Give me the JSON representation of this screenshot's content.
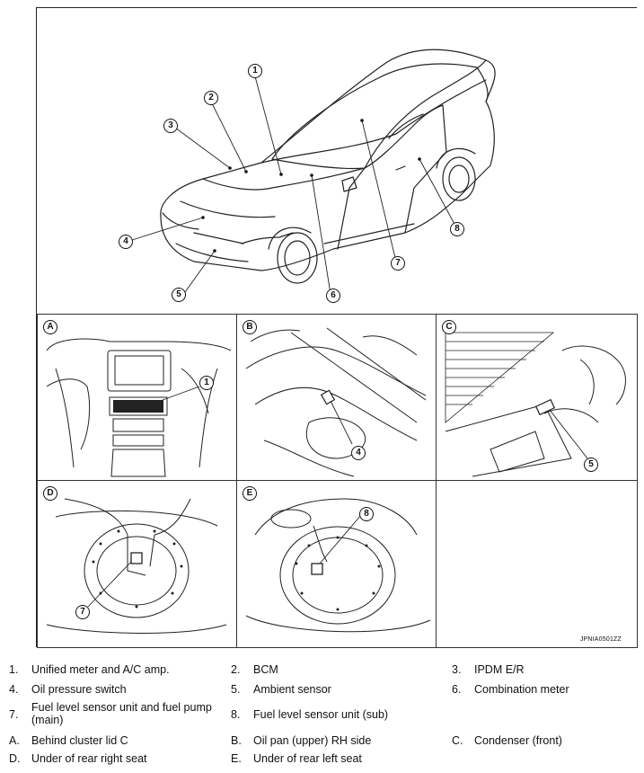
{
  "figure_id": "JPNIA0501ZZ",
  "callouts": {
    "c1": "1",
    "c2": "2",
    "c3": "3",
    "c4": "4",
    "c5": "5",
    "c6": "6",
    "c7": "7",
    "c8": "8"
  },
  "panels": {
    "A": "A",
    "B": "B",
    "C": "C",
    "D": "D",
    "E": "E"
  },
  "legend": [
    {
      "num": "1.",
      "text": "Unified meter and A/C amp."
    },
    {
      "num": "2.",
      "text": "BCM"
    },
    {
      "num": "3.",
      "text": "IPDM E/R"
    },
    {
      "num": "4.",
      "text": "Oil pressure switch"
    },
    {
      "num": "5.",
      "text": "Ambient sensor"
    },
    {
      "num": "6.",
      "text": "Combination meter"
    },
    {
      "num": "7.",
      "text": "Fuel level sensor unit and fuel pump (main)"
    },
    {
      "num": "8.",
      "text": "Fuel level sensor unit (sub)"
    },
    {
      "num": "A.",
      "text": "Behind cluster lid C"
    },
    {
      "num": "B.",
      "text": "Oil pan (upper) RH side"
    },
    {
      "num": "C.",
      "text": "Condenser (front)"
    },
    {
      "num": "D.",
      "text": "Under of rear right seat"
    },
    {
      "num": "E.",
      "text": "Under of rear left seat"
    }
  ]
}
